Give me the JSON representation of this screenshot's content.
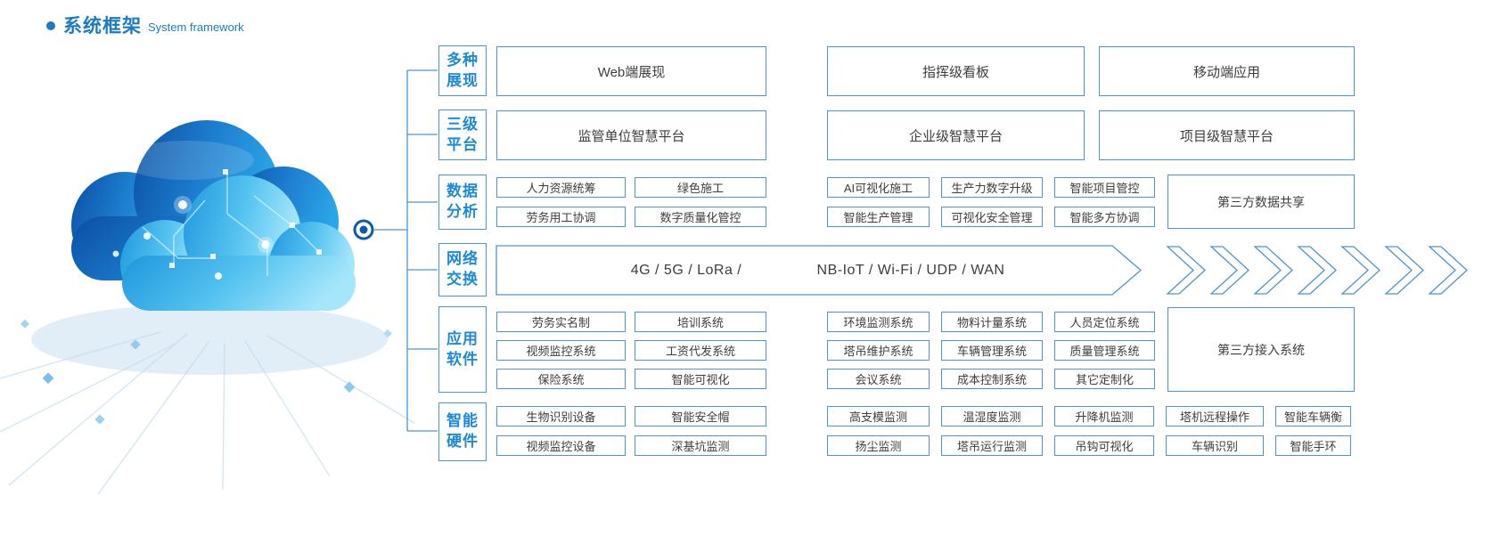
{
  "title": {
    "zh": "系统框架",
    "en": "System framework"
  },
  "categories": [
    {
      "line1": "多种",
      "line2": "展现"
    },
    {
      "line1": "三级",
      "line2": "平台"
    },
    {
      "line1": "数据",
      "line2": "分析"
    },
    {
      "line1": "网络",
      "line2": "交换"
    },
    {
      "line1": "应用",
      "line2": "软件"
    },
    {
      "line1": "智能",
      "line2": "硬件"
    }
  ],
  "display_row": [
    "Web端展现",
    "指挥级看板",
    "移动端应用"
  ],
  "platform_row": [
    "监管单位智慧平台",
    "企业级智慧平台",
    "项目级智慧平台"
  ],
  "data_row": {
    "left": [
      "人力资源统筹",
      "绿色施工",
      "劳务用工协调",
      "数字质量化管控"
    ],
    "middle": [
      "AI可视化施工",
      "生产力数字升级",
      "智能项目管控",
      "智能生产管理",
      "可视化安全管理",
      "智能多方协调"
    ],
    "right": "第三方数据共享"
  },
  "network_row": {
    "left": "4G / 5G / LoRa /",
    "right": "NB-IoT / Wi-Fi / UDP / WAN"
  },
  "software_row": {
    "left": [
      "劳务实名制",
      "培训系统",
      "视频监控系统",
      "工资代发系统",
      "保险系统",
      "智能可视化"
    ],
    "middle": [
      "环境监测系统",
      "物料计量系统",
      "人员定位系统",
      "塔吊维护系统",
      "车辆管理系统",
      "质量管理系统",
      "会议系统",
      "成本控制系统",
      "其它定制化"
    ],
    "right": "第三方接入系统"
  },
  "hardware_row": {
    "left": [
      "生物识别设备",
      "智能安全帽",
      "视频监控设备",
      "深基坑监测"
    ],
    "rest": [
      "高支模监测",
      "温湿度监测",
      "升降机监测",
      "塔机远程操作",
      "智能车辆衡",
      "扬尘监测",
      "塔吊运行监测",
      "吊钩可视化",
      "车辆识别",
      "智能手环"
    ]
  },
  "colors": {
    "accent": "#1b7bc4",
    "border": "#4f95cb",
    "box_text": "#3d3d3d"
  }
}
